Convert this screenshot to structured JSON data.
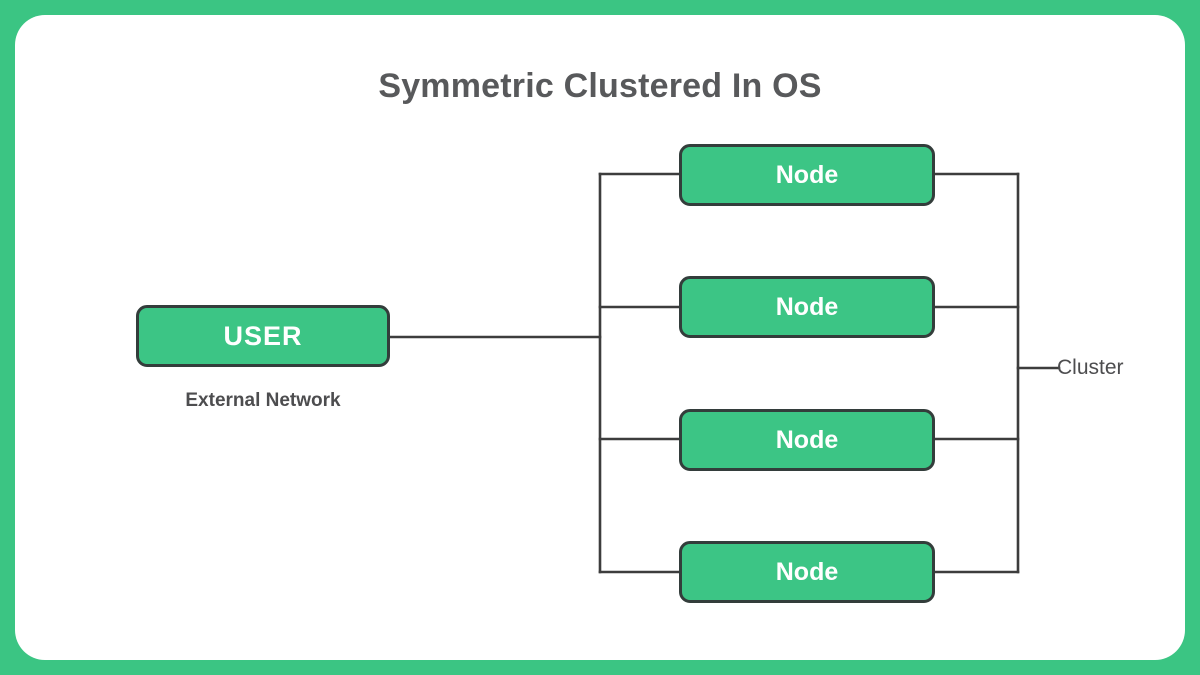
{
  "frame": {
    "background_color": "#3bc583",
    "card_color": "#ffffff"
  },
  "title": "Symmetric Clustered In OS",
  "user": {
    "label": "USER",
    "caption": "External Network"
  },
  "nodes": [
    {
      "label": "Node"
    },
    {
      "label": "Node"
    },
    {
      "label": "Node"
    },
    {
      "label": "Node"
    }
  ],
  "cluster": {
    "label": "Cluster"
  },
  "colors": {
    "accent_green": "#3cc585",
    "frame_green": "#3bc583",
    "box_border": "#333d3b",
    "wire": "#3d3d3d",
    "title_text": "#58595b",
    "label_text": "#4d4d4f",
    "box_text": "#ffffff"
  }
}
